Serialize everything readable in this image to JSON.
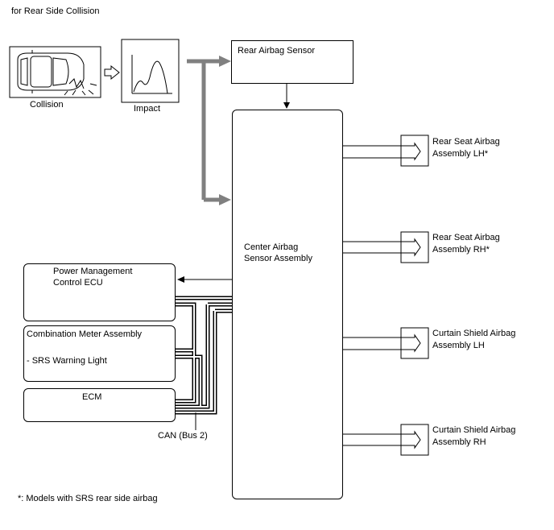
{
  "header": {
    "title": "for Rear Side Collision"
  },
  "collision": {
    "label": "Collision"
  },
  "impact": {
    "label": "Impact"
  },
  "rear_sensor": {
    "label": "Rear Airbag Sensor"
  },
  "center": {
    "line1": "Center Airbag",
    "line2": "Sensor Assembly"
  },
  "outputs": [
    {
      "line1": "Rear Seat Airbag",
      "line2": "Assembly LH*"
    },
    {
      "line1": "Rear Seat Airbag",
      "line2": "Assembly RH*"
    },
    {
      "line1": "Curtain Shield Airbag",
      "line2": "Assembly LH"
    },
    {
      "line1": "Curtain Shield Airbag",
      "line2": "Assembly RH"
    }
  ],
  "ecus": {
    "power": {
      "line1": "Power Management",
      "line2": "Control ECU"
    },
    "meter": {
      "line1": "Combination Meter Assembly",
      "line2": "- SRS Warning Light"
    },
    "ecm": {
      "label": "ECM"
    }
  },
  "bus": {
    "label": "CAN (Bus 2)"
  },
  "footnote": {
    "text": "*: Models with SRS rear side airbag"
  },
  "colors": {
    "line": "#000000",
    "flow_arrow": "#808080"
  }
}
